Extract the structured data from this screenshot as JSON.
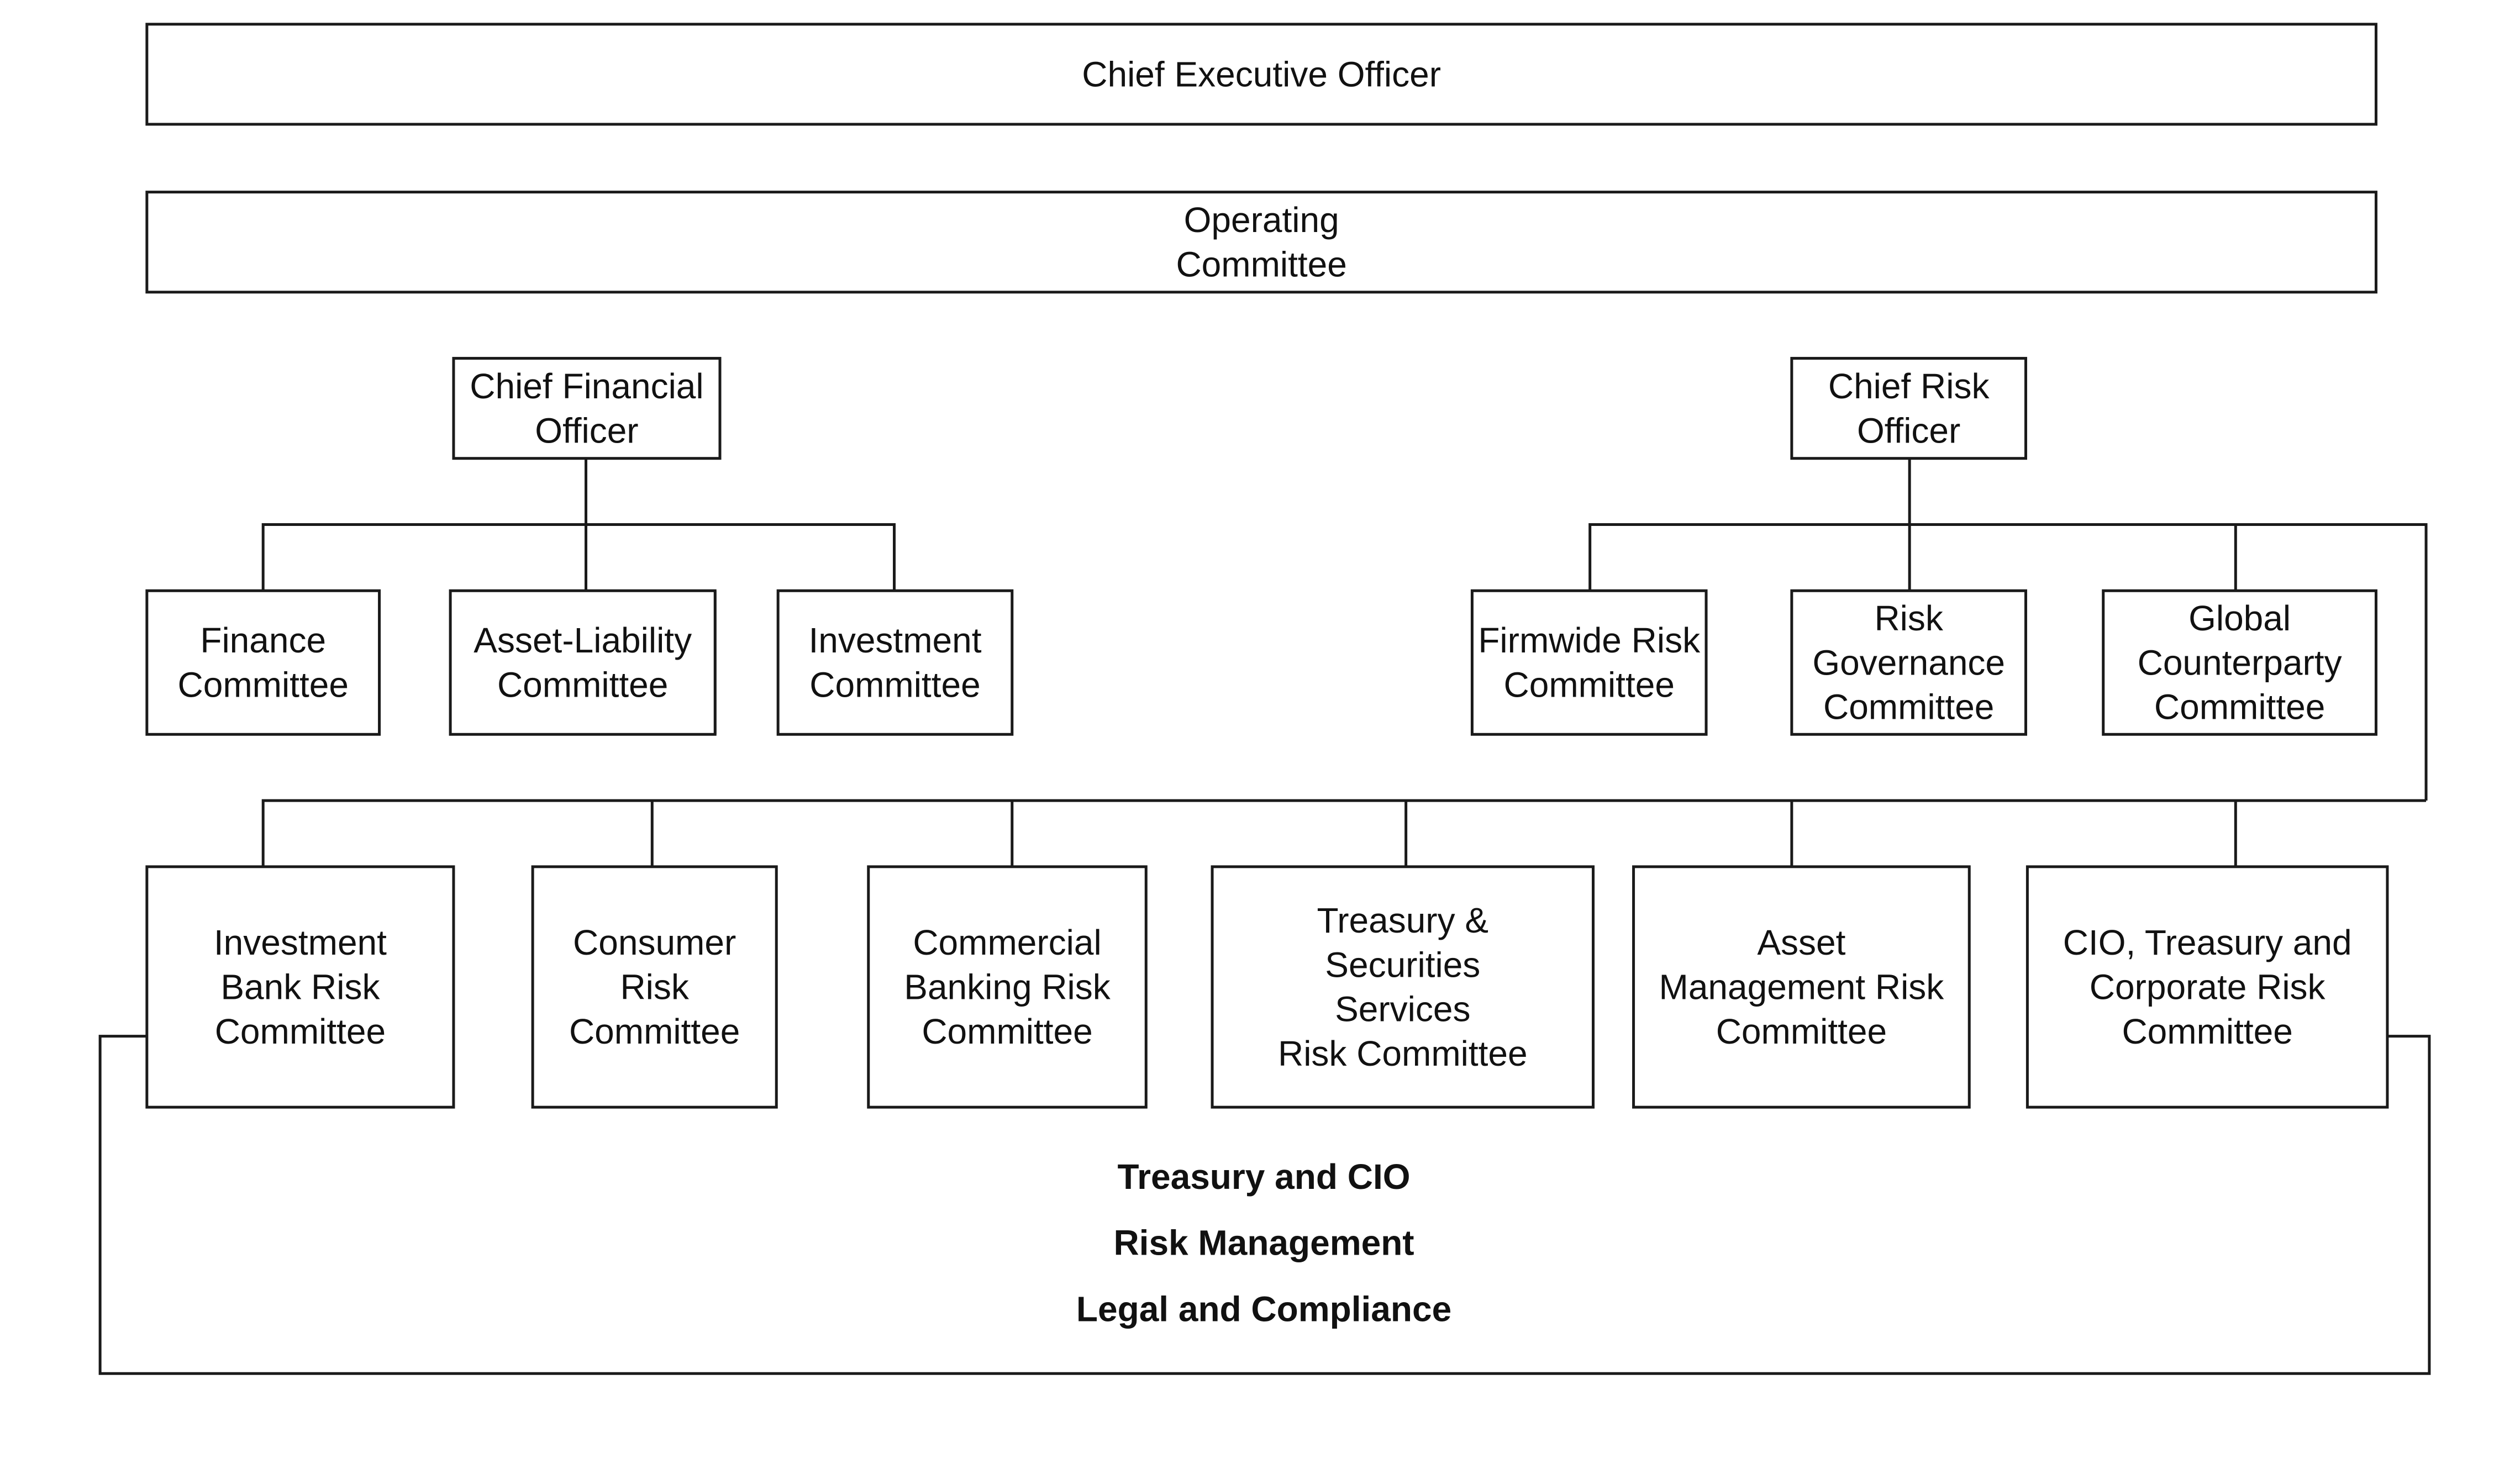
{
  "nodes": {
    "ceo": {
      "lines": [
        "Chief Executive Officer"
      ]
    },
    "operating_committee": {
      "lines": [
        "Operating",
        "Committee"
      ]
    },
    "cfo": {
      "lines": [
        "Chief Financial",
        "Officer"
      ]
    },
    "cro": {
      "lines": [
        "Chief Risk",
        "Officer"
      ]
    },
    "finance_committee": {
      "lines": [
        "Finance",
        "Committee"
      ]
    },
    "asset_liability_committee": {
      "lines": [
        "Asset-Liability",
        "Committee"
      ]
    },
    "investment_committee": {
      "lines": [
        "Investment",
        "Committee"
      ]
    },
    "firmwide_risk_committee": {
      "lines": [
        "Firmwide Risk",
        "Committee"
      ]
    },
    "risk_governance_committee": {
      "lines": [
        "Risk",
        "Governance",
        "Committee"
      ]
    },
    "global_counterparty_committee": {
      "lines": [
        "Global",
        "Counterparty",
        "Committee"
      ]
    },
    "investment_bank_risk_committee": {
      "lines": [
        "Investment",
        "Bank Risk",
        "Committee"
      ]
    },
    "consumer_risk_committee": {
      "lines": [
        "Consumer",
        "Risk",
        "Committee"
      ]
    },
    "commercial_banking_risk_committee": {
      "lines": [
        "Commercial",
        "Banking Risk",
        "Committee"
      ]
    },
    "tss_risk_committee": {
      "lines": [
        "Treasury &",
        "Securities",
        "Services",
        "Risk Committee"
      ]
    },
    "asset_management_risk_committee": {
      "lines": [
        "Asset",
        "Management Risk",
        "Committee"
      ]
    },
    "cio_treasury_corporate_risk_committee": {
      "lines": [
        "CIO, Treasury and",
        "Corporate Risk",
        "Committee"
      ]
    }
  },
  "footer": {
    "lines": [
      "Treasury and CIO",
      "Risk Management",
      "Legal and Compliance"
    ]
  }
}
